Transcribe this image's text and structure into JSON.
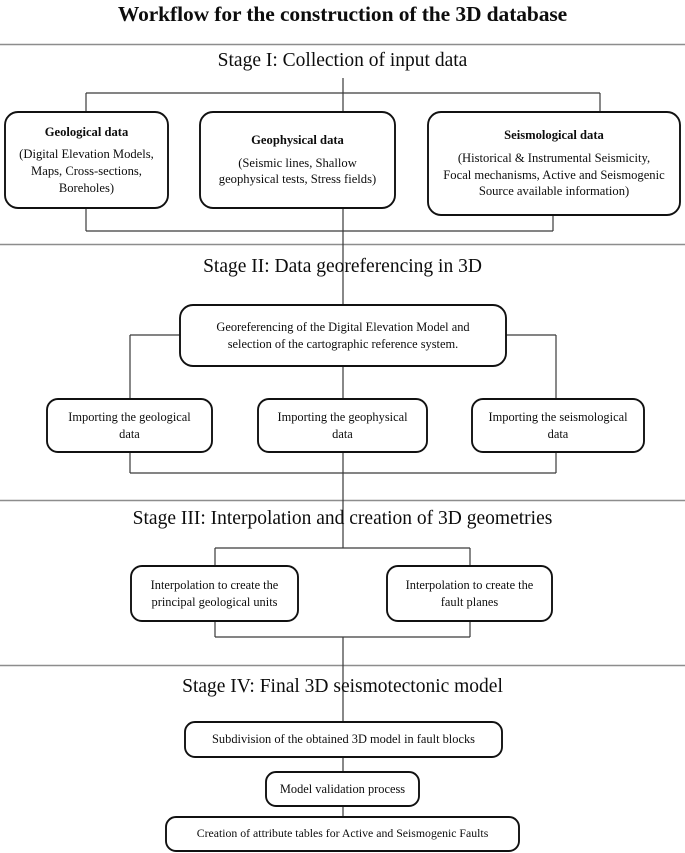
{
  "title": "Workflow for the construction of the 3D database",
  "stages": [
    {
      "id": "stage-1",
      "title": "Stage I: Collection of input data",
      "nodes": [
        {
          "id": "geological-data",
          "heading": "Geological data",
          "body": "(Digital Elevation Models,\nMaps, Cross-sections,\nBoreholes)"
        },
        {
          "id": "geophysical-data",
          "heading": "Geophysical data",
          "body": "(Seismic lines, Shallow\ngeophysical tests, Stress fields)"
        },
        {
          "id": "seismological-data",
          "heading": "Seismological data",
          "body": "(Historical & Instrumental Seismicity,\nFocal mechanisms, Active and Seismogenic\nSource available information)"
        }
      ]
    },
    {
      "id": "stage-2",
      "title": "Stage II: Data georeferencing in 3D",
      "nodes": [
        {
          "id": "georeferencing-dem",
          "body": "Georeferencing of the Digital Elevation Model and\nselection of the cartographic reference system."
        },
        {
          "id": "import-geological",
          "body": "Importing the geological\ndata"
        },
        {
          "id": "import-geophysical",
          "body": "Importing the geophysical\ndata"
        },
        {
          "id": "import-seismological",
          "body": "Importing the seismological\ndata"
        }
      ]
    },
    {
      "id": "stage-3",
      "title": "Stage III: Interpolation and creation of 3D geometries",
      "nodes": [
        {
          "id": "interpolate-units",
          "body": "Interpolation to create the\nprincipal geological units"
        },
        {
          "id": "interpolate-faults",
          "body": "Interpolation to create the\nfault planes"
        }
      ]
    },
    {
      "id": "stage-4",
      "title": "Stage IV: Final 3D seismotectonic model",
      "nodes": [
        {
          "id": "subdivision-fault-blocks",
          "body": "Subdivision of the obtained 3D model in fault blocks"
        },
        {
          "id": "model-validation",
          "body": "Model validation process"
        },
        {
          "id": "attribute-tables",
          "body": "Creation of attribute tables for Active and Seismogenic Faults"
        }
      ]
    }
  ],
  "colors": {
    "box_stroke": "#111111",
    "connector": "#3a3a3a",
    "divider": "#8d8d8d",
    "background": "#ffffff",
    "text": "#0d0d0d"
  }
}
